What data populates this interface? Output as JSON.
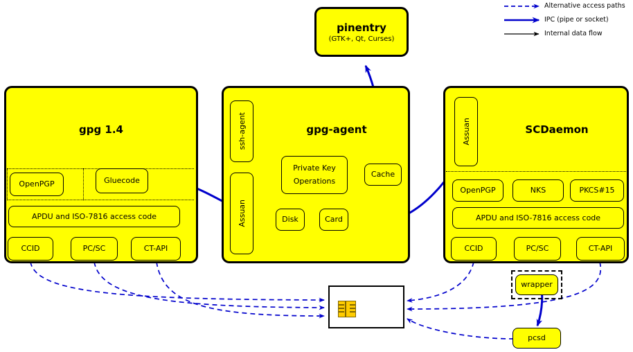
{
  "legend": {
    "items": [
      {
        "label": "Alternative access paths",
        "style": "dashed",
        "color": "#0000cc"
      },
      {
        "label": "IPC (pipe or socket)",
        "style": "solid-thick",
        "color": "#0000cc"
      },
      {
        "label": "Internal data flow",
        "style": "solid-thin",
        "color": "#000000"
      }
    ]
  },
  "colors": {
    "node_fill": "#ffff00",
    "node_stroke": "#000000",
    "ipc": "#0000cc",
    "alt_path": "#0000cc",
    "internal": "#000000",
    "card_fill": "#ffffff",
    "chip_fill": "#ffcc00"
  },
  "pinentry": {
    "title": "pinentry",
    "subtitle": "(GTK+, Qt, Curses)"
  },
  "gpg": {
    "title": "gpg 1.4",
    "gluecode": "Gluecode",
    "openpgp": "OpenPGP",
    "apdu": "APDU and ISO-7816 access code",
    "drivers": [
      "CCID",
      "PC/SC",
      "CT-API"
    ]
  },
  "gpgagent": {
    "title": "gpg-agent",
    "ssh_agent": "ssh-agent",
    "assuan": "Assuan",
    "private_key_ops_line1": "Private Key",
    "private_key_ops_line2": "Operations",
    "cache": "Cache",
    "disk": "Disk",
    "card": "Card"
  },
  "scdaemon": {
    "title": "SCDaemon",
    "assuan": "Assuan",
    "apps": [
      "OpenPGP",
      "NKS",
      "PKCS#15"
    ],
    "apdu": "APDU and ISO-7816 access code",
    "drivers": [
      "CCID",
      "PC/SC",
      "CT-API"
    ]
  },
  "wrapper": {
    "label": "wrapper"
  },
  "pcsd": {
    "label": "pcsd"
  },
  "smartcard": {
    "name": "smart-card"
  }
}
